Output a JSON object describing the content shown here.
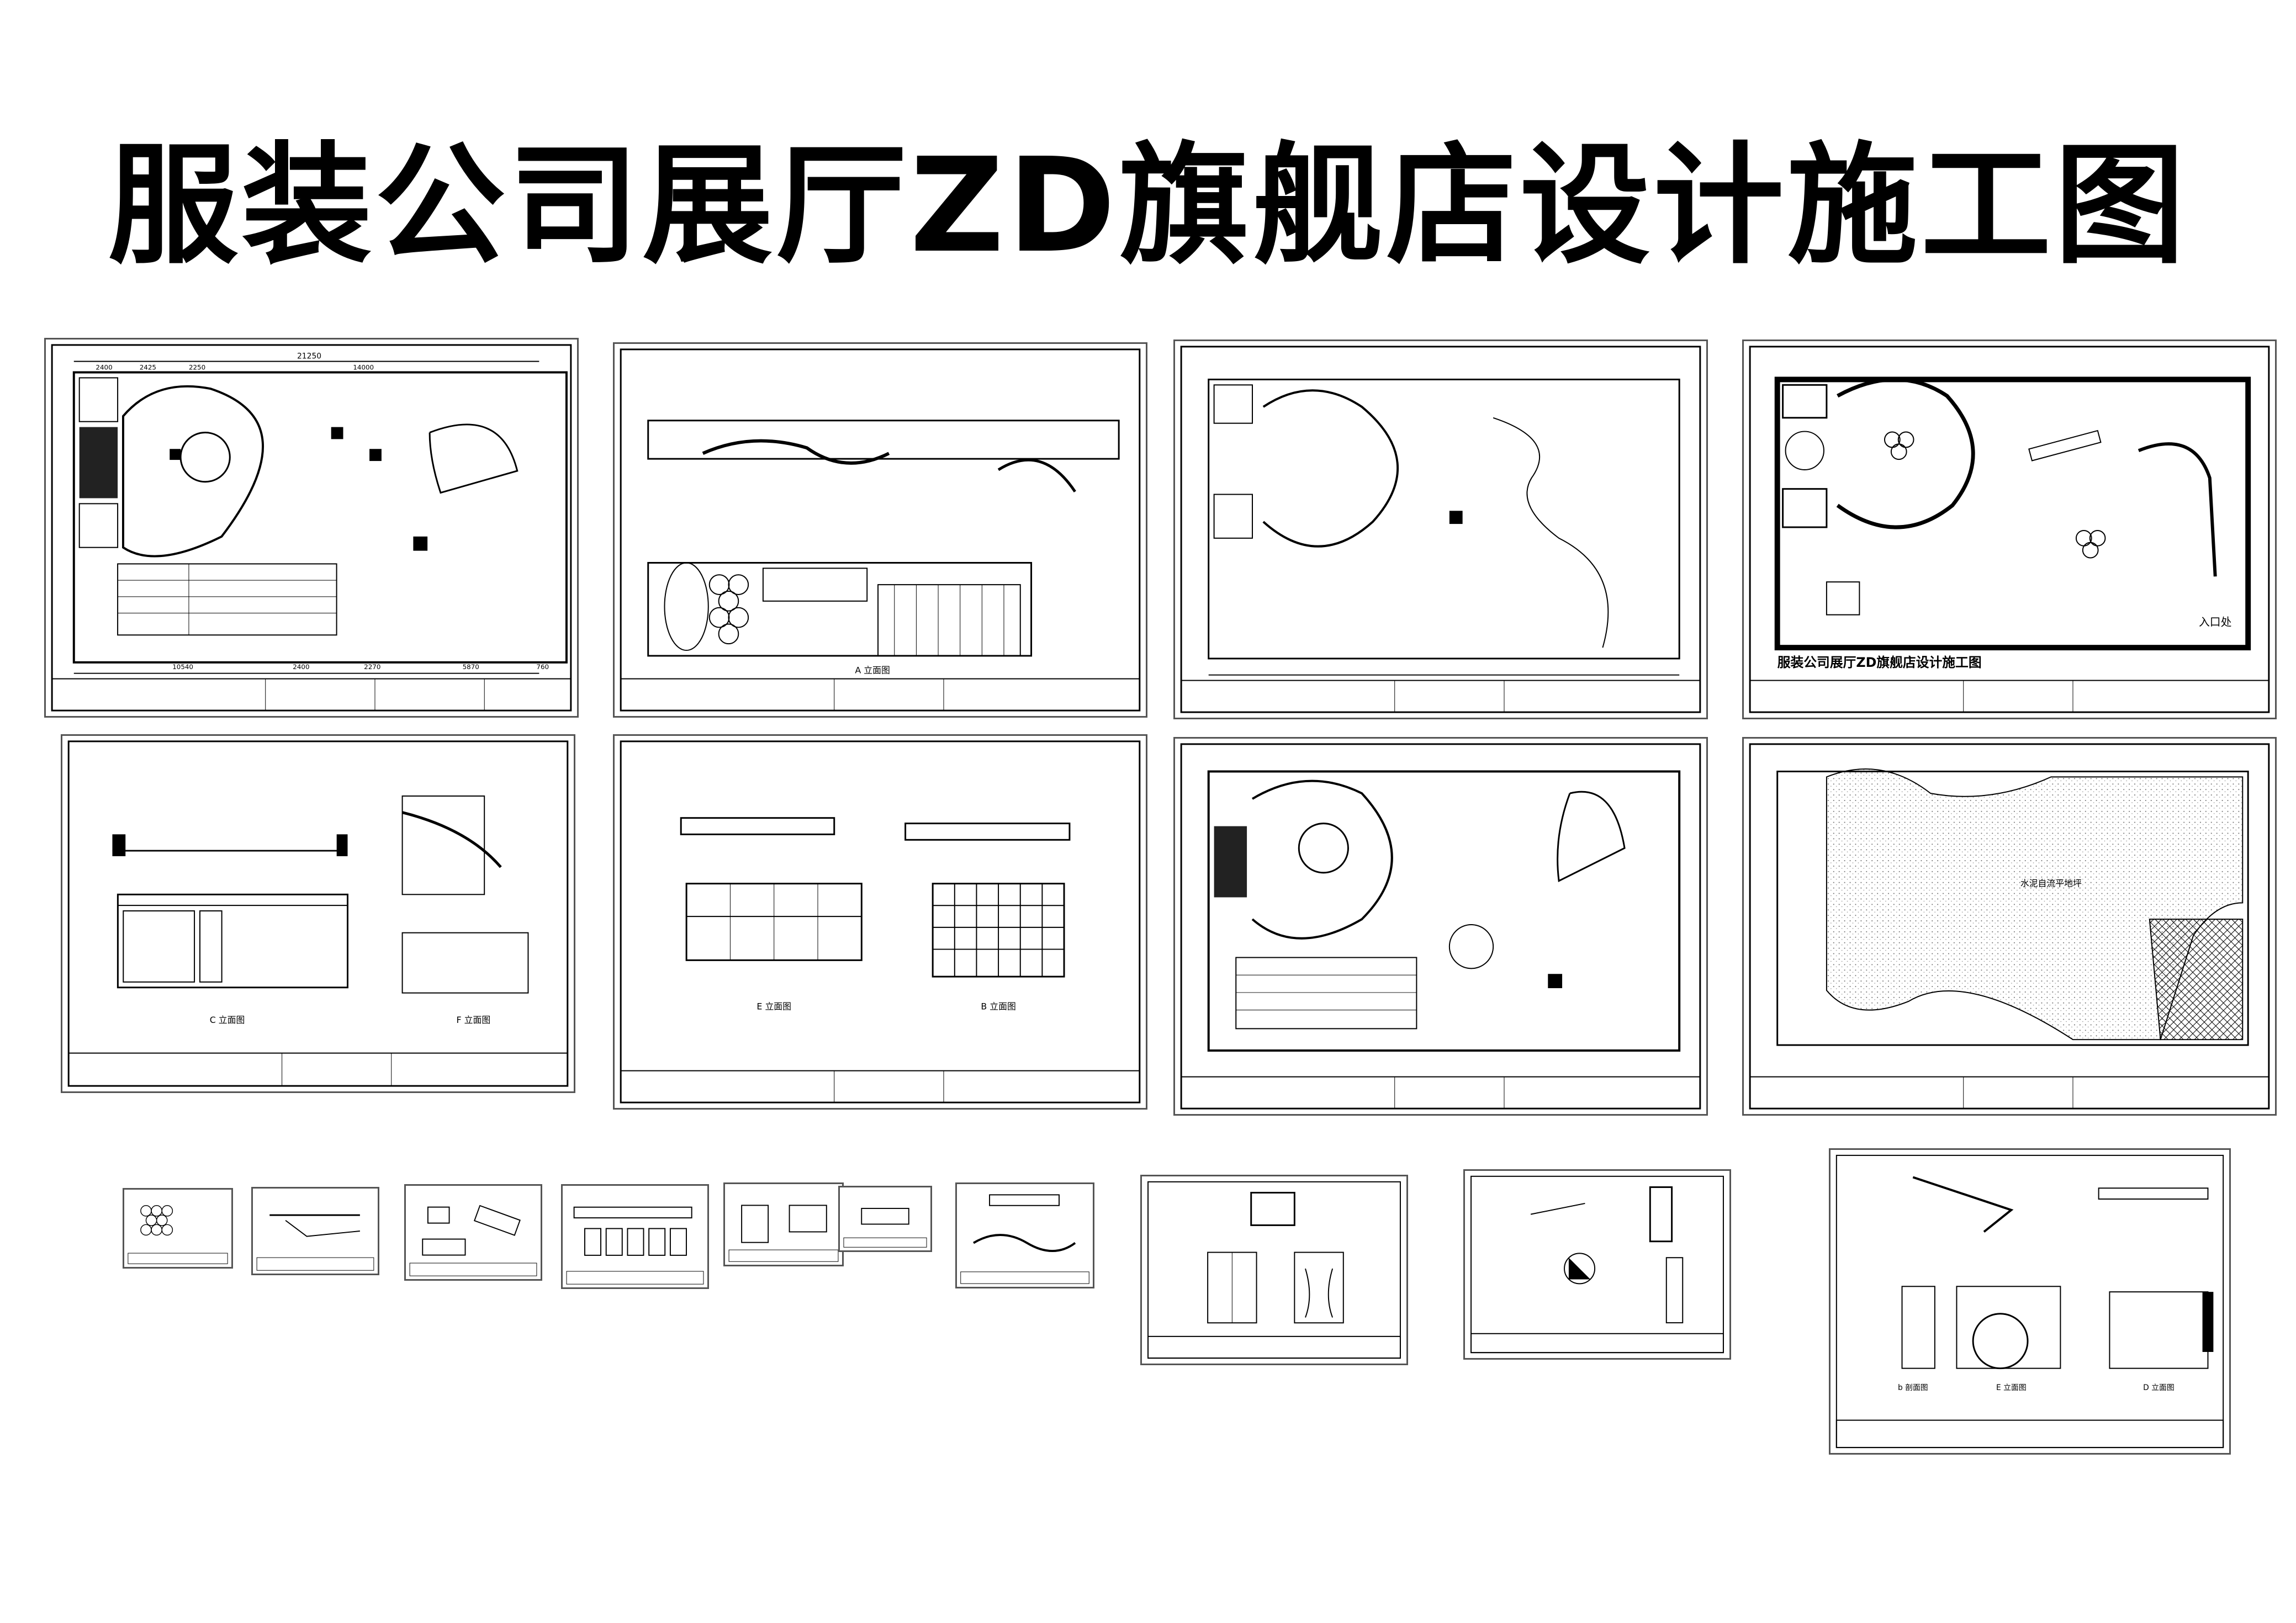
{
  "title": "服装公司展厅ZD旗舰店设计施工图",
  "sheet_caption_a": "A 立面图",
  "sheet_caption_c": "C 立面图",
  "sheet_caption_f": "F 立面图",
  "sheet_caption_b": "B 立面图",
  "sheet_caption_d": "D 立面图",
  "sheet_caption_e": "E 立面图",
  "sheet_caption_b2": "b 剖面图",
  "inner_sheet_title": "服装公司展厅ZD旗舰店设计施工图",
  "entrance_label": "入口处",
  "floor_note": "水泥自流平地坪",
  "dims": {
    "total": "21250",
    "a1": "2400",
    "a2": "2425",
    "a3": "2250",
    "a4": "14000",
    "b1": "10540",
    "b2": "2400",
    "b3": "2270",
    "b4": "5870",
    "b5": "760"
  }
}
